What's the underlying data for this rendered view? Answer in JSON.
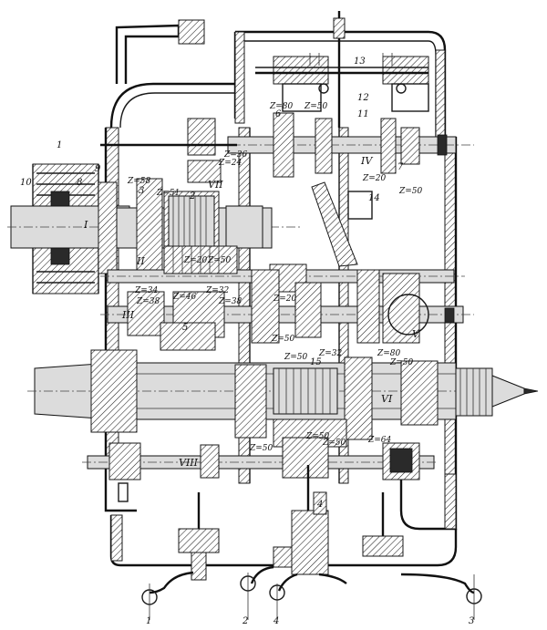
{
  "figure": {
    "shafts": [
      "I",
      "II",
      "III",
      "IV",
      "V",
      "VI",
      "VII",
      "VIII"
    ],
    "gear_labels": [
      "Z=50",
      "Z=80",
      "Z=20",
      "Z=50",
      "Z=36",
      "Z=24",
      "Z=58",
      "Z=51",
      "Z=20",
      "Z=50",
      "Z=34",
      "Z=38",
      "Z=46",
      "Z=32",
      "Z=38",
      "Z=20",
      "Z=50",
      "Z=32",
      "Z=50",
      "Z=80",
      "Z=50",
      "Z=50",
      "Z=50",
      "Z=50",
      "Z=64"
    ],
    "part_numbers": [
      "1",
      "10",
      "8",
      "9",
      "2",
      "3",
      "6",
      "11",
      "12",
      "13",
      "7",
      "14",
      "15",
      "5",
      "4"
    ],
    "lever_numbers": [
      "1",
      "2",
      "4",
      "3"
    ]
  }
}
